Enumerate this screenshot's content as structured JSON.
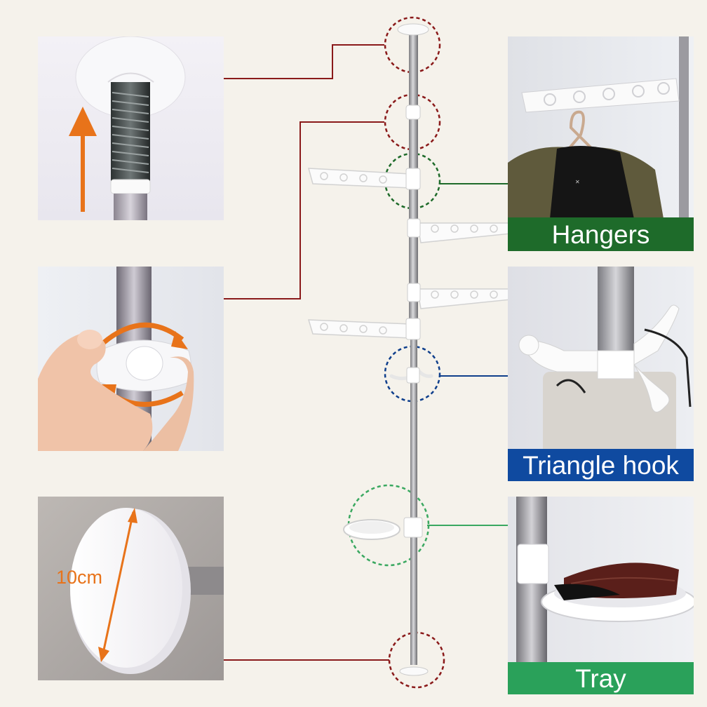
{
  "colors": {
    "background": "#f5f2eb",
    "hangers_label_bg": "#1e6b2a",
    "triangle_hook_label_bg": "#0f4aa0",
    "tray_label_bg": "#2aa15a",
    "top_connector": "#8a1a1a",
    "hangers_connector": "#1e6b2a",
    "triangle_hook_connector": "#0f3f8c",
    "tray_connector": "#3aa860",
    "arrow": "#e8731a"
  },
  "labels": {
    "hangers": "Hangers",
    "triangle_hook": "Triangle hook",
    "tray": "Tray"
  },
  "dimension": {
    "diameter": "10cm"
  },
  "icons": {
    "top_panel": "spring-adjust-arrow-icon",
    "mid_panel": "twist-lock-knob-icon",
    "bottom_panel": "base-pad-icon"
  }
}
